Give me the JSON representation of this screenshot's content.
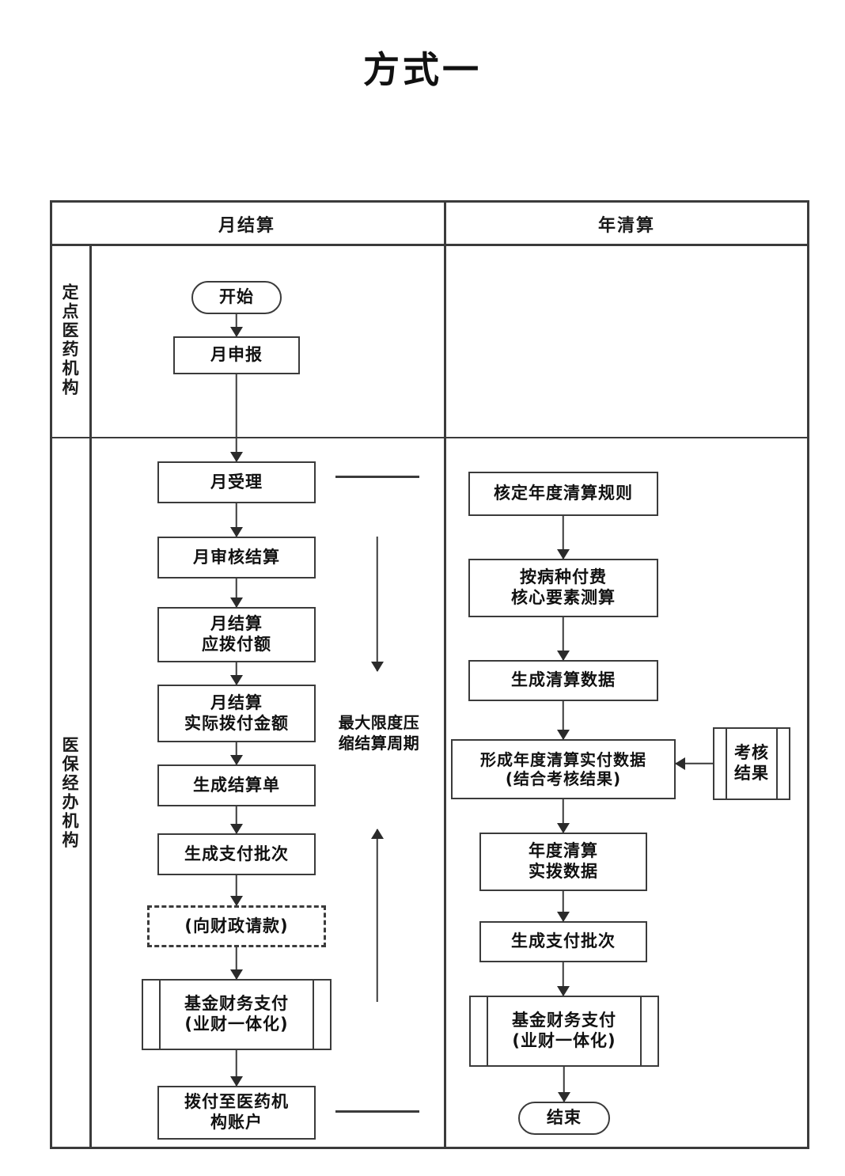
{
  "title": "方式一",
  "table": {
    "column_headers": [
      "月结算",
      "年清算"
    ],
    "lane_labels": [
      "定点医药机构",
      "医保经办机构"
    ]
  },
  "flow": {
    "month_provider": [
      {
        "id": "start",
        "label": "开始",
        "shape": "terminal"
      },
      {
        "id": "monthly_declare",
        "label": "月申报",
        "shape": "rect"
      }
    ],
    "month_agency": [
      {
        "id": "monthly_accept",
        "label": "月受理",
        "shape": "rect"
      },
      {
        "id": "monthly_review",
        "label": "月审核结算",
        "shape": "rect"
      },
      {
        "id": "monthly_payable",
        "label_line1": "月结算",
        "label_line2": "应拨付额",
        "shape": "rect"
      },
      {
        "id": "monthly_actual",
        "label_line1": "月结算",
        "label_line2": "实际拨付金额",
        "shape": "rect"
      },
      {
        "id": "gen_statement",
        "label": "生成结算单",
        "shape": "rect"
      },
      {
        "id": "gen_payment_batch",
        "label": "生成支付批次",
        "shape": "rect"
      },
      {
        "id": "request_finance",
        "label": "(向财政请款)",
        "shape": "dashed"
      },
      {
        "id": "fund_payment",
        "label_line1": "基金财务支付",
        "label_line2": "(业财一体化)",
        "shape": "predefined-process"
      },
      {
        "id": "transfer_to_provider",
        "label_line1": "拨付至医药机",
        "label_line2": "构账户",
        "shape": "rect"
      }
    ],
    "year_agency": [
      {
        "id": "set_annual_rules",
        "label": "核定年度清算规则",
        "shape": "rect"
      },
      {
        "id": "drg_core_calc",
        "label_line1": "按病种付费",
        "label_line2": "核心要素测算",
        "shape": "rect"
      },
      {
        "id": "gen_settlement_data",
        "label": "生成清算数据",
        "shape": "rect"
      },
      {
        "id": "form_actual_data",
        "label_line1": "形成年度清算实付数据",
        "label_line2": "(结合考核结果)",
        "shape": "rect"
      },
      {
        "id": "annual_actual_transfer",
        "label_line1": "年度清算",
        "label_line2": "实拨数据",
        "shape": "rect"
      },
      {
        "id": "gen_payment_batch_year",
        "label": "生成支付批次",
        "shape": "rect"
      },
      {
        "id": "fund_payment_year",
        "label_line1": "基金财务支付",
        "label_line2": "(业财一体化)",
        "shape": "predefined-process"
      },
      {
        "id": "end",
        "label": "结束",
        "shape": "terminal"
      }
    ],
    "side_input": {
      "id": "assessment_result",
      "label_line1": "考核",
      "label_line2": "结果",
      "shape": "predefined-process"
    }
  },
  "annotation": {
    "note_line1": "最大限度压",
    "note_line2": "缩结算周期"
  },
  "colors": {
    "stroke": "#3b3b3b",
    "arrow": "#2b2b2b",
    "background": "#ffffff",
    "text": "#111111"
  }
}
